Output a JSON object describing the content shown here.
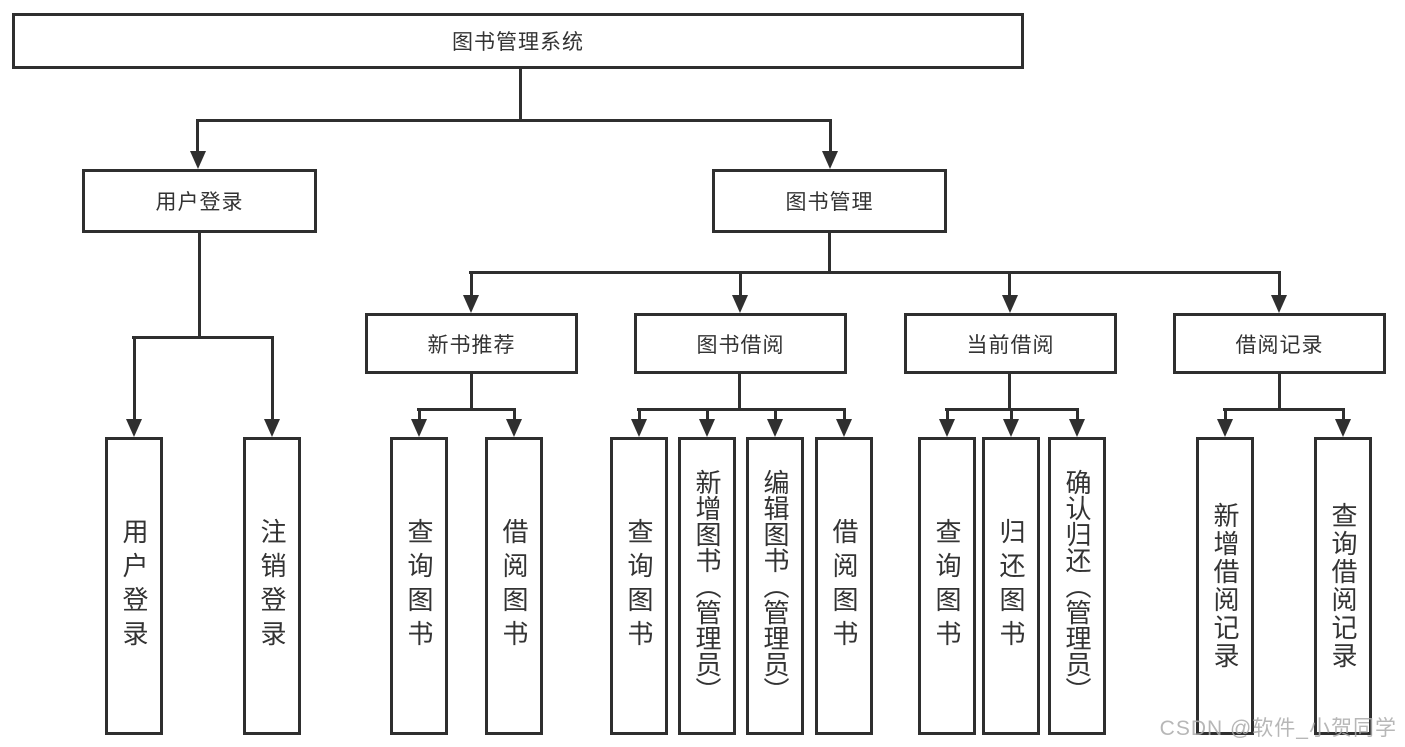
{
  "root": {
    "label": "图书管理系统"
  },
  "level2": [
    {
      "label": "用户登录"
    },
    {
      "label": "图书管理"
    }
  ],
  "level3": [
    {
      "label": "新书推荐"
    },
    {
      "label": "图书借阅"
    },
    {
      "label": "当前借阅"
    },
    {
      "label": "借阅记录"
    }
  ],
  "leaves": {
    "user": [
      "用户登录",
      "注销登录"
    ],
    "newbook": [
      "查询图书",
      "借阅图书"
    ],
    "borrow": [
      "查询图书",
      "新增图书（管理员）",
      "编辑图书（管理员）",
      "借阅图书"
    ],
    "current": [
      "查询图书",
      "归还图书",
      "确认归还（管理员）"
    ],
    "records": [
      "新增借阅记录",
      "查询借阅记录"
    ]
  },
  "watermark": {
    "text": "CSDN @软件_小贺同学"
  },
  "colors": {
    "line": "#2f2f2f",
    "text": "#333333",
    "box_background": "#ffffff",
    "watermark": "#aaaaaa"
  }
}
